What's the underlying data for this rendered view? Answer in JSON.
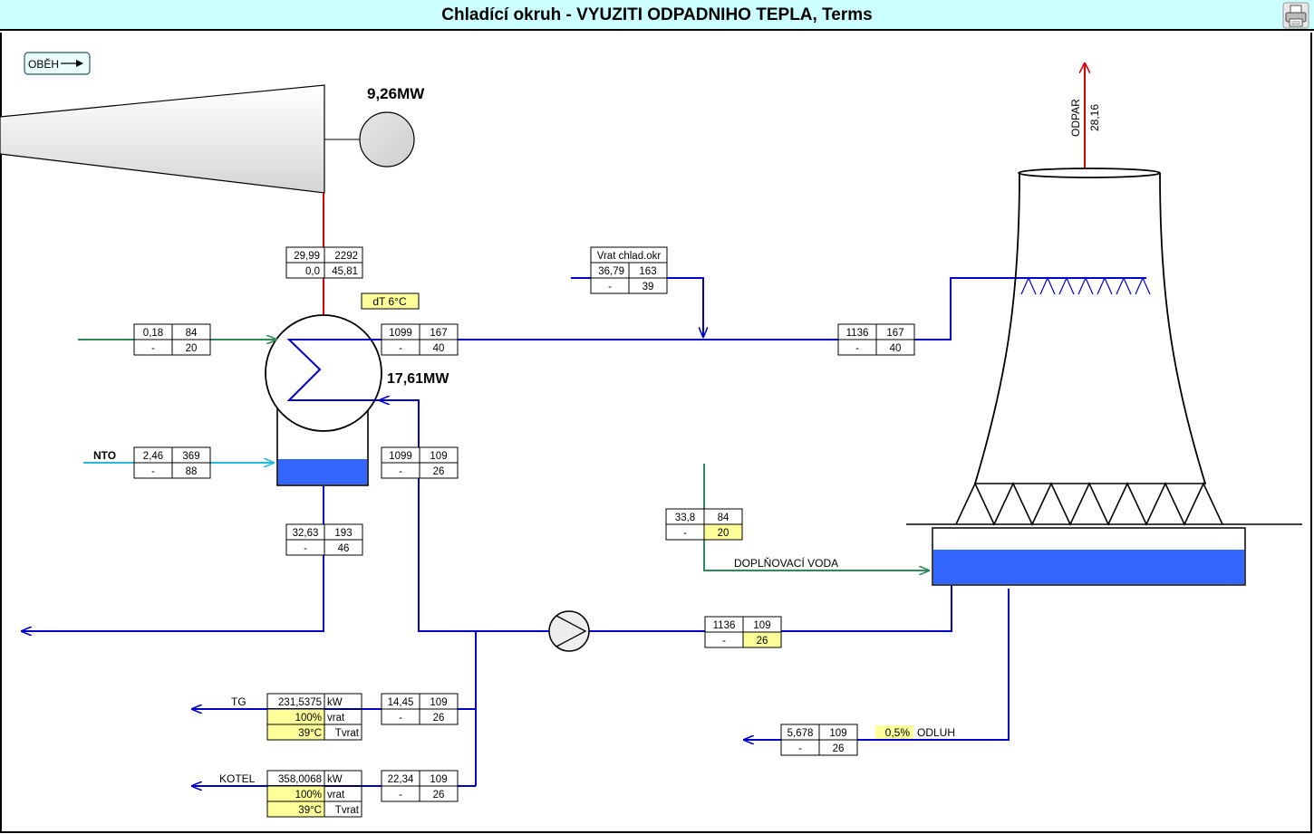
{
  "title": "Chladící okruh -  VYUZITI ODPADNIHO TEPLA, Terms",
  "buttons": {
    "obeh": "OBĚH"
  },
  "labels": {
    "turbine_power": "9,26MW",
    "exchanger_power": "17,61MW",
    "dt": "dT 6°C",
    "vrat_header": "Vrat chlad.okr",
    "nto": "NTO",
    "odpar": "ODPAR",
    "odpar_value": "28,16",
    "doplnovaci": "DOPLŇOVACÍ VODA",
    "odluh": "ODLUH",
    "odluh_pct": "0,5%",
    "tg": "TG",
    "kotel": "KOTEL"
  },
  "boxes": {
    "steam": {
      "a": "29,99",
      "b": "2292",
      "c": "0,0",
      "d": "45,81"
    },
    "vrat": {
      "a": "36,79",
      "b": "163",
      "c": "-",
      "d": "39"
    },
    "green_in": {
      "a": "0,18",
      "b": "84",
      "c": "-",
      "d": "20"
    },
    "hx_out": {
      "a": "1099",
      "b": "167",
      "c": "-",
      "d": "40"
    },
    "tower_in": {
      "a": "1136",
      "b": "167",
      "c": "-",
      "d": "40"
    },
    "nto": {
      "a": "2,46",
      "b": "369",
      "c": "-",
      "d": "88"
    },
    "hx_in": {
      "a": "1099",
      "b": "109",
      "c": "-",
      "d": "26"
    },
    "cond_out": {
      "a": "32,63",
      "b": "193",
      "c": "-",
      "d": "46"
    },
    "makeup": {
      "a": "33,8",
      "b": "84",
      "c": "-",
      "d": "20"
    },
    "pump": {
      "a": "1136",
      "b": "109",
      "c": "-",
      "d": "26"
    },
    "tg": {
      "a": "14,45",
      "b": "109",
      "c": "-",
      "d": "26"
    },
    "kotel": {
      "a": "22,34",
      "b": "109",
      "c": "-",
      "d": "26"
    },
    "odluh": {
      "a": "5,678",
      "b": "109",
      "c": "-",
      "d": "26"
    }
  },
  "consumers": {
    "tg": {
      "power": "231,5375",
      "power_unit": "kW",
      "pct": "100%",
      "pct_label": "vrat",
      "temp": "39°C",
      "temp_label": "Tvrat"
    },
    "kotel": {
      "power": "358,0068",
      "power_unit": "kW",
      "pct": "100%",
      "pct_label": "vrat",
      "temp": "39°C",
      "temp_label": "Tvrat"
    }
  },
  "colors": {
    "steam_red": "#e00000",
    "water_blue": "#0000cc",
    "fill_blue": "#3366ff",
    "makeup_green": "#2e8b57",
    "nto_cyan": "#22bbdd",
    "highlight_yellow": "#ffff99",
    "title_bg": "#ccffff"
  },
  "icons": {
    "print": "printer-icon",
    "obeh_arrow": "arrow-right-icon"
  }
}
